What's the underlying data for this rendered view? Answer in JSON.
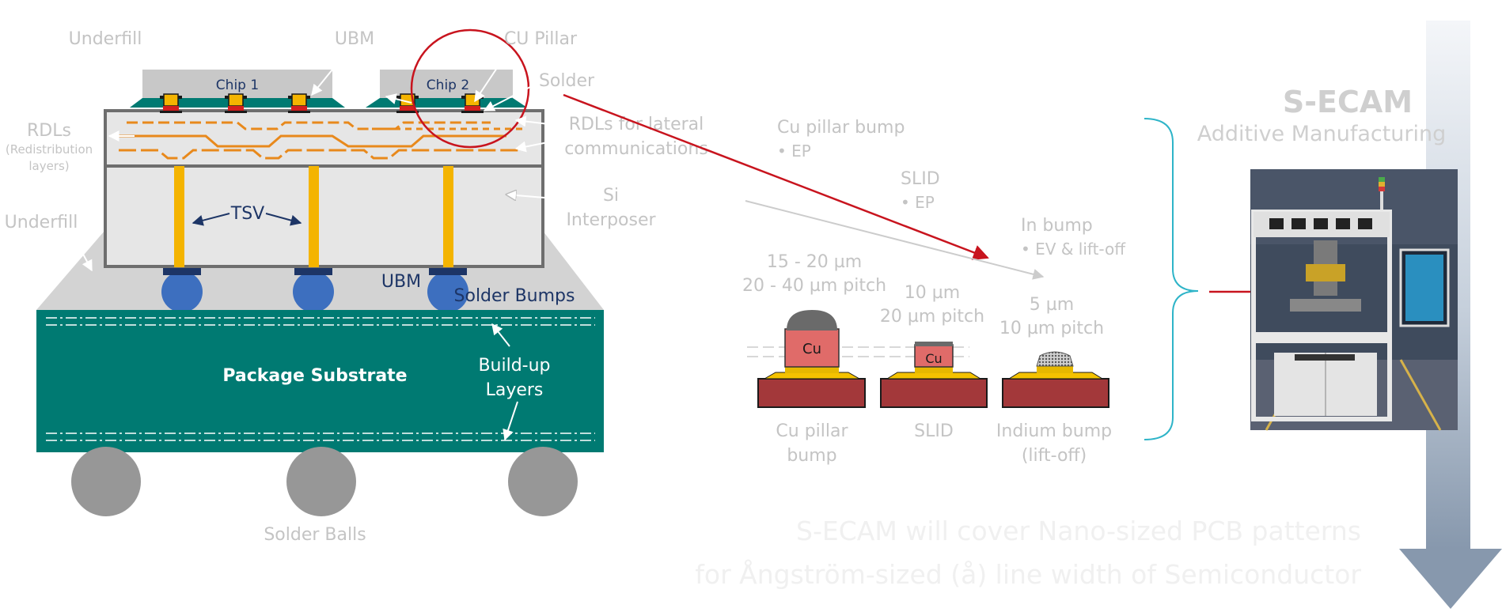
{
  "package": {
    "underfill_top": "Underfill",
    "ubm_top": "UBM",
    "cu_pillar": "CU Pillar",
    "solder": "Solder",
    "chip1": "Chip 1",
    "chip2": "Chip 2",
    "rdls": "RDLs",
    "rdls_sub1": "(Redistribution",
    "rdls_sub2": "layers)",
    "rdls_lateral_1": "RDLs for lateral",
    "rdls_lateral_2": "communications",
    "si_1": "Si",
    "si_2": "Interposer",
    "tsv": "TSV",
    "underfill_left": "Underfill",
    "ubm_bottom": "UBM",
    "solder_bumps": "Solder Bumps",
    "substrate": "Package Substrate",
    "buildup_1": "Build-up",
    "buildup_2": "Layers",
    "solder_balls": "Solder Balls"
  },
  "bumps": {
    "cu_pillar_title": "Cu pillar bump",
    "cu_pillar_method": "• EP",
    "slid_title": "SLID",
    "slid_method": "• EP",
    "in_title": "In bump",
    "in_method": "• EV & lift-off",
    "cu_size_1": "15 - 20 µm",
    "cu_size_2": "20 - 40 µm pitch",
    "slid_size_1": "10 µm",
    "slid_size_2": "20 µm pitch",
    "in_size_1": "5 µm",
    "in_size_2": "10 µm pitch",
    "cu_symbol": "Cu",
    "slid_symbol": "Cu",
    "cu_label_1": "Cu pillar",
    "cu_label_2": "bump",
    "slid_label": "SLID",
    "in_label_1": "Indium bump",
    "in_label_2": "(lift-off)"
  },
  "secam": {
    "title": "S-ECAM",
    "subtitle": "Additive Manufacturing",
    "caption_1": "S-ECAM will cover Nano-sized PCB patterns",
    "caption_2": "for Ångström-sized (å) line width of Semiconductor"
  },
  "colors": {
    "teal": "#007a72",
    "orange": "#e8891c",
    "tsv_yellow": "#f4b400",
    "bump_blue": "#3d6fbf",
    "ubm_navy": "#1d3566",
    "red_arrow": "#c8141e",
    "brace_cyan": "#2eb4c8",
    "faint_text": "#c4c4c4"
  }
}
